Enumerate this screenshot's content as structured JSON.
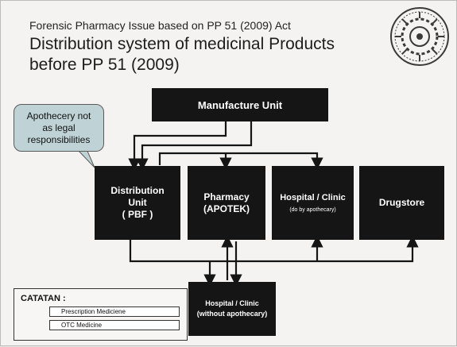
{
  "header": {
    "subtitle": "Forensic Pharmacy Issue based on PP 51 (2009) Act",
    "title_line1": "Distribution system of medicinal Products",
    "title_line2": "before PP 51 (2009)"
  },
  "callout": {
    "line1": "Apothecery not",
    "line2": "as legal",
    "line3": "responsibilities"
  },
  "boxes": {
    "manufacture": "Manufacture Unit",
    "distribution_line1": "Distribution",
    "distribution_line2": "Unit",
    "distribution_line3": "( PBF )",
    "pharmacy_line1": "Pharmacy",
    "pharmacy_line2": "(APOTEK)",
    "hospital_line1": "Hospital / Clinic",
    "hospital_note": "(do by apothecary)",
    "drugstore": "Drugstore",
    "hospital2_line1": "Hospital / Clinic",
    "hospital2_line2": "(without apothecary)"
  },
  "legend": {
    "title": "CATATAN  :",
    "item1": "Prescription Mediciene",
    "item2": "OTC Medicine"
  },
  "colors": {
    "box_fill": "#151515",
    "callout_fill": "#bfd3d6",
    "arrow": "#151515"
  },
  "icons": {
    "logo": "university-seal-icon"
  }
}
